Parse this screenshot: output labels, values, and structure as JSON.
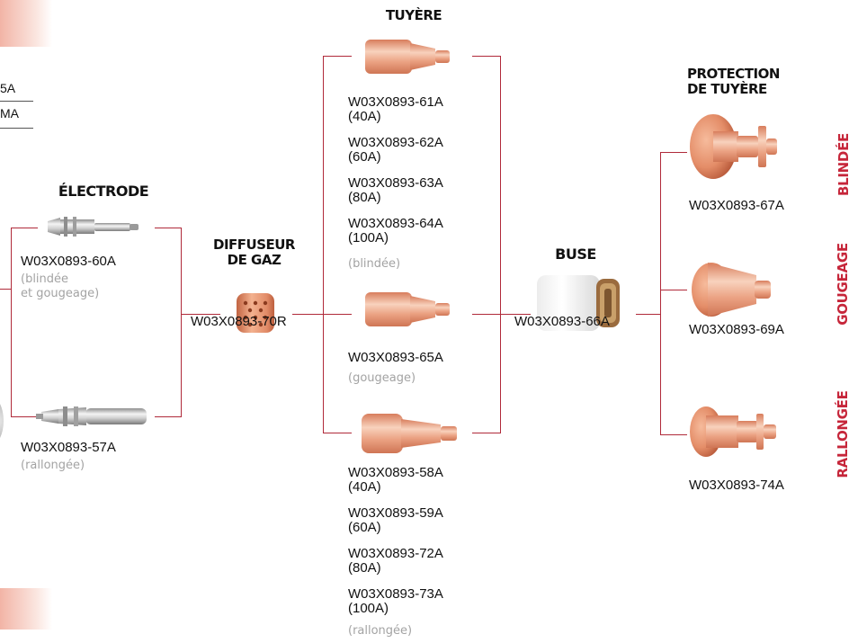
{
  "colors": {
    "accent": "#c6263a",
    "line": "#b02a3a",
    "note": "#a3a3a3",
    "copper": "#e58f6c"
  },
  "partial_table": {
    "row1": "5A",
    "row2": "MA"
  },
  "headings": {
    "electrode": "ÉLECTRODE",
    "diffuser_line1": "DIFFUSEUR",
    "diffuser_line2": "DE GAZ",
    "nozzle": "TUYÈRE",
    "buse": "BUSE",
    "shield_line1": "PROTECTION",
    "shield_line2": "DE TUYÈRE"
  },
  "electrode": {
    "top": {
      "code": "W03X0893-60A",
      "note_line1": "(blindée",
      "note_line2": "et gougeage)",
      "icon": "electrode-image"
    },
    "bottom": {
      "code": "W03X0893-57A",
      "note": "(rallongée)",
      "icon": "electrode-long-image"
    }
  },
  "diffuser": {
    "code": "W03X0893-70R",
    "icon": "gas-diffuser-image"
  },
  "nozzle": {
    "top": {
      "lines": [
        "W03X0893-61A",
        "(40A)",
        "W03X0893-62A",
        "(60A)",
        "W03X0893-63A",
        "(80A)",
        "W03X0893-64A",
        "(100A)"
      ],
      "note": "(blindée)",
      "icon": "nozzle-image"
    },
    "middle": {
      "code": "W03X0893-65A",
      "note": "(gougeage)",
      "icon": "nozzle-gouging-image"
    },
    "bottom": {
      "lines": [
        "W03X0893-58A",
        "(40A)",
        "W03X0893-59A",
        "(60A)",
        "W03X0893-72A",
        "(80A)",
        "W03X0893-73A",
        "(100A)"
      ],
      "note": "(rallongée)",
      "icon": "nozzle-long-image"
    }
  },
  "buse": {
    "code": "W03X0893-66A",
    "icon": "white-nozzle-body-image"
  },
  "shield": {
    "top": {
      "code": "W03X0893-67A",
      "side_label": "BLINDÉE",
      "icon": "shield-cap-image"
    },
    "middle": {
      "code": "W03X0893-69A",
      "side_label": "GOUGEAGE",
      "icon": "gouging-cap-image"
    },
    "bottom": {
      "code": "W03X0893-74A",
      "side_label": "RALLONGÉE",
      "icon": "extended-cap-image"
    }
  }
}
